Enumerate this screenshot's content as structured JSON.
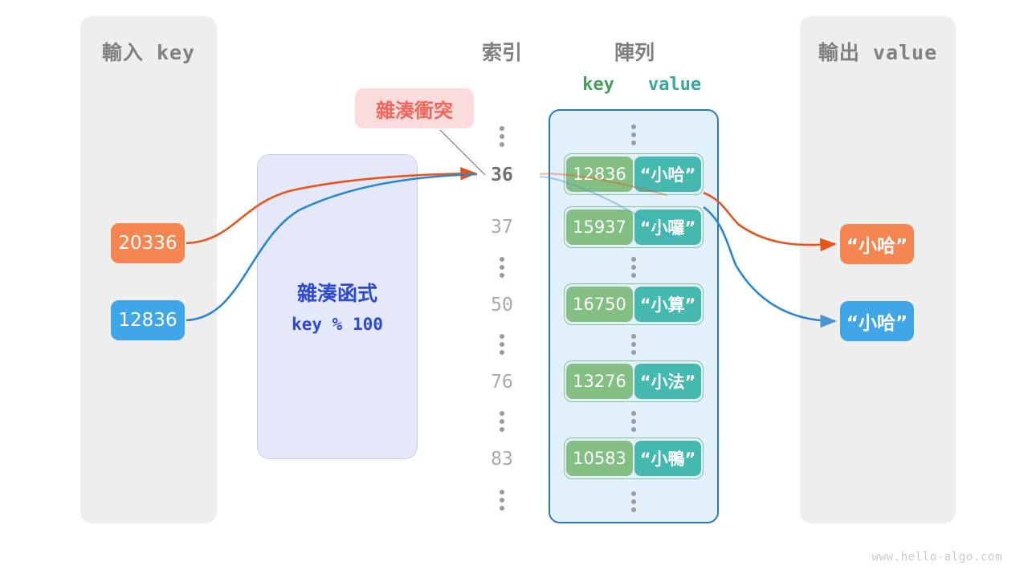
{
  "panels": {
    "input": {
      "title": "輸入 key"
    },
    "output": {
      "title": "輸出 value"
    }
  },
  "headers": {
    "index": "索引",
    "array": "陣列",
    "key": "key",
    "value": "value"
  },
  "hash_function": {
    "title": "雜湊函式",
    "expression": "key % 100"
  },
  "collision_badge": {
    "label": "雜湊衝突"
  },
  "inputs": [
    {
      "value": "20336",
      "color": "#f58551"
    },
    {
      "value": "12836",
      "color": "#41a6e8"
    }
  ],
  "outputs": [
    {
      "value": "“小哈”",
      "color": "#f58551"
    },
    {
      "value": "“小哈”",
      "color": "#41a6e8"
    }
  ],
  "indices": [
    {
      "label": "36",
      "highlight": true
    },
    {
      "label": "37",
      "highlight": false
    },
    {
      "label": "50",
      "highlight": false
    },
    {
      "label": "76",
      "highlight": false
    },
    {
      "label": "83",
      "highlight": false
    }
  ],
  "buckets": [
    {
      "key": "12836",
      "value": "“小哈”",
      "index": "36"
    },
    {
      "key": "15937",
      "value": "“小囉”",
      "index": "37"
    },
    {
      "key": "16750",
      "value": "“小算”",
      "index": "50"
    },
    {
      "key": "13276",
      "value": "“小法”",
      "index": "76"
    },
    {
      "key": "10583",
      "value": "“小鴨”",
      "index": "83"
    }
  ],
  "watermark": "www.hello-algo.com",
  "colors": {
    "orange": "#e8541a",
    "blue": "#2878c8",
    "key_green": "#83bf83",
    "value_teal": "#45b8b0",
    "panel_gray": "#eeeeee",
    "array_fill": "#e2f0fb",
    "hash_fill": "#e4e8f8",
    "badge_fill": "#fbdcdc",
    "badge_text": "#f4645a"
  }
}
